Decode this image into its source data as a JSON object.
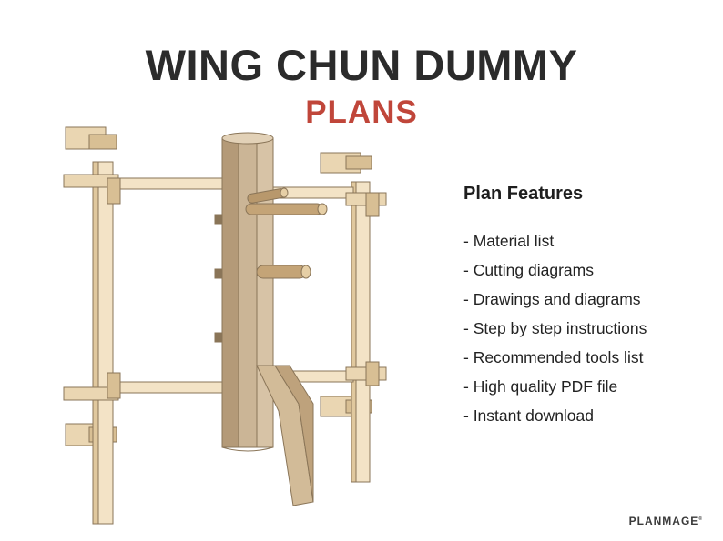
{
  "header": {
    "title": "WING CHUN DUMMY",
    "subtitle": "PLANS"
  },
  "features": {
    "heading": "Plan Features",
    "items": [
      "- Material list",
      "- Cutting diagrams",
      "- Drawings and diagrams",
      "- Step by step instructions",
      "- Recommended tools list",
      "- High quality PDF file",
      "- Instant download"
    ]
  },
  "brand": {
    "name": "PLANMAGE"
  },
  "colors": {
    "title": "#2b2b2b",
    "subtitle": "#c0463a",
    "wood_light": "#f3e3c6",
    "wood_mid": "#e6cfa6",
    "wood_dark": "#c4a477",
    "trunk": "#c9b293"
  }
}
